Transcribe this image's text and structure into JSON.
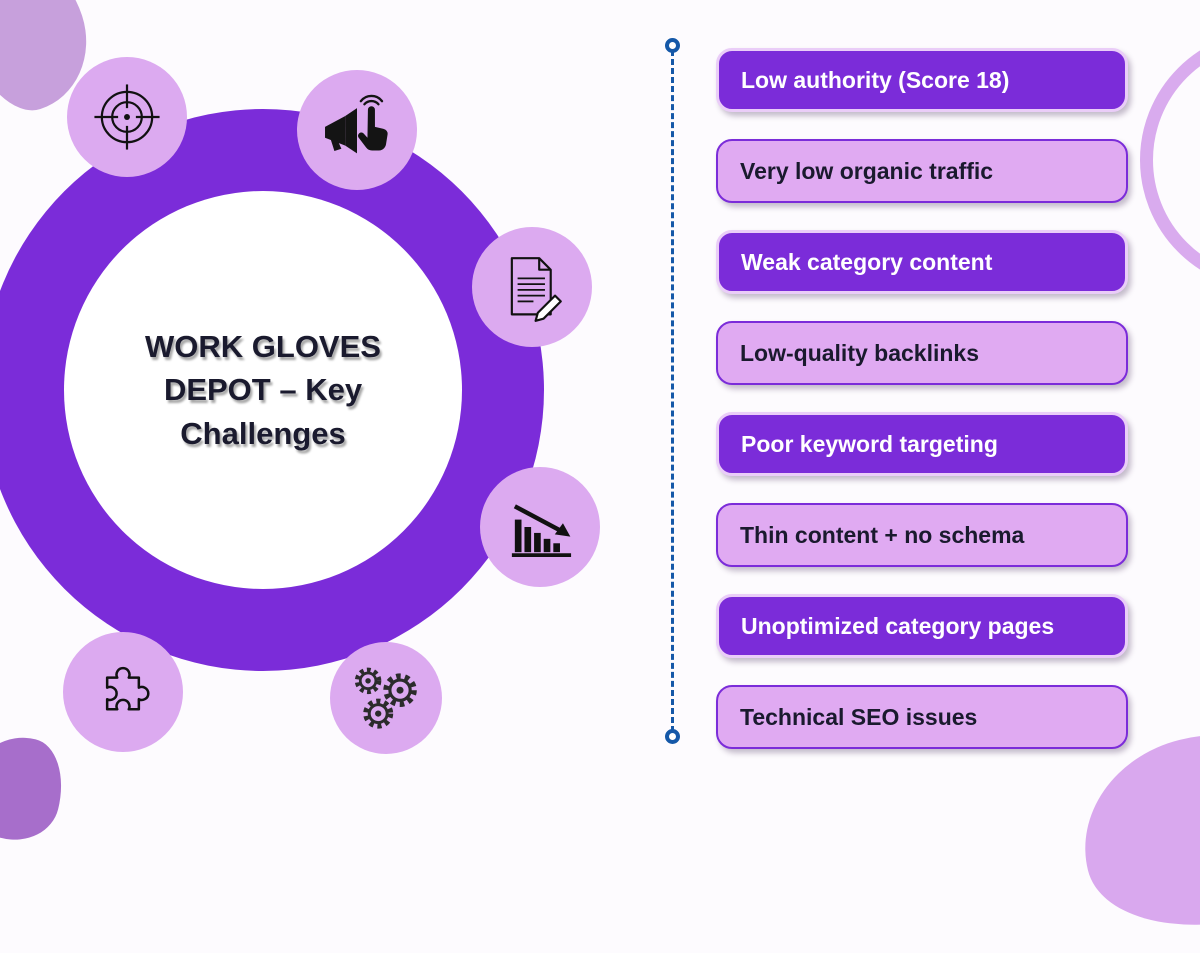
{
  "title": "WORK GLOVES DEPOT – Key Challenges",
  "challenges": [
    {
      "label": "Low authority (Score 18)",
      "variant": "dark"
    },
    {
      "label": "Very low organic traffic",
      "variant": "light"
    },
    {
      "label": "Weak category content",
      "variant": "dark"
    },
    {
      "label": "Low-quality backlinks",
      "variant": "light"
    },
    {
      "label": "Poor keyword targeting",
      "variant": "dark"
    },
    {
      "label": "Thin content + no schema",
      "variant": "light"
    },
    {
      "label": "Unoptimized category pages",
      "variant": "dark"
    },
    {
      "label": "Technical SEO issues",
      "variant": "light"
    }
  ],
  "icons": [
    "target-icon",
    "megaphone-click-icon",
    "document-edit-icon",
    "declining-chart-icon",
    "puzzle-icon",
    "gears-icon"
  ],
  "colors": {
    "primary_purple": "#7b2cd9",
    "icon_circle_purple": "#dcaaf0",
    "badge_light_purple": "#e0aaf2",
    "timeline_blue": "#1558a8",
    "text_dark": "#1a1a2e",
    "background": "#fdfbfe"
  }
}
